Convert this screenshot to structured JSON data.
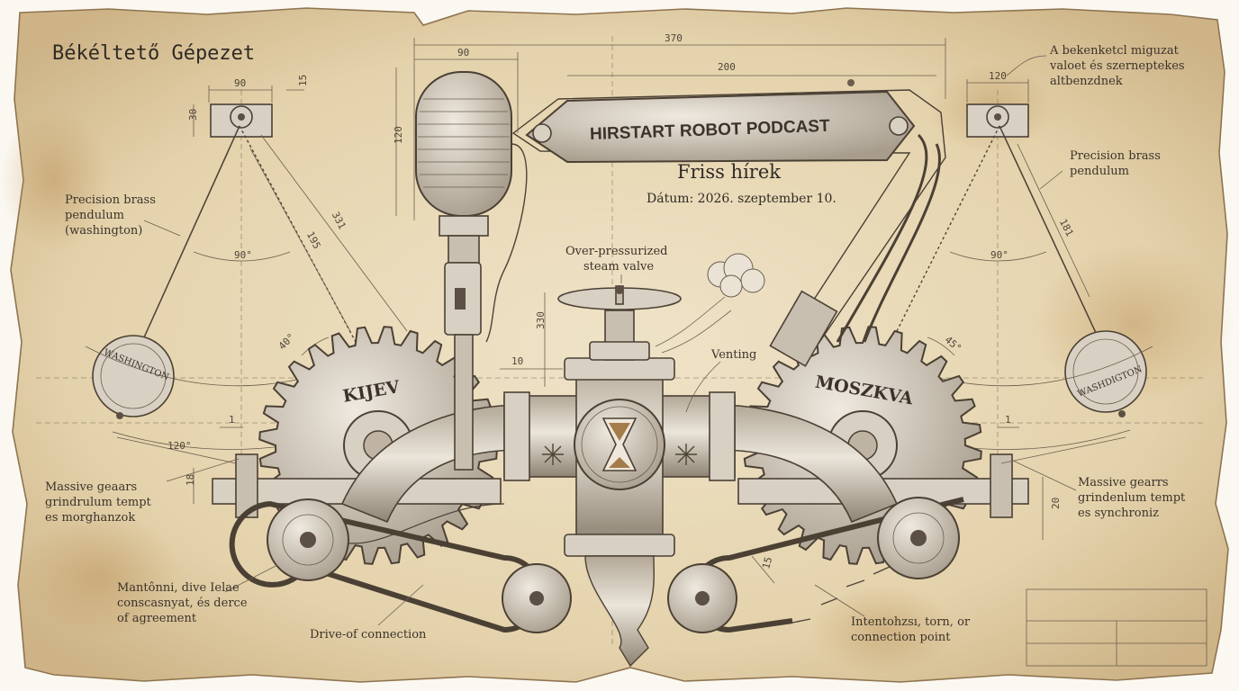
{
  "diagram": {
    "title": "Békéltető Gépezet",
    "plate_text": "HIRSTART ROBOT PODCAST",
    "news_heading": "Friss hírek",
    "date_text": "Dátum: 2026. szeptember 10.",
    "gears": {
      "left": "KIJEV",
      "right": "MOSZKVA"
    },
    "pendulum_bobs": {
      "left": "WASHINGTON",
      "right": "WASHDIGTON"
    },
    "labels": {
      "pendulum_left": [
        "Precision brass",
        "pendulum",
        "(washington)"
      ],
      "pendulum_right": [
        "Precision brass",
        "pendulum"
      ],
      "note_top_right": [
        "A bekenketcl miguzat",
        "valoet és szerneptekes",
        "altbenzdnek"
      ],
      "valve": [
        "Over-pressurized",
        "steam valve"
      ],
      "venting": "Venting",
      "gears_left": [
        "Massive geaars",
        "grindrulum tempt",
        "es morghanzok"
      ],
      "gears_right": [
        "Massive gearrs",
        "grindenlum tempt",
        "es synchroniz"
      ],
      "bottom_left": [
        "Mantônni, dive Ielae",
        "conscasnyat, és derce",
        "of agreement"
      ],
      "drive": "Drive-of connection",
      "bottom_right": [
        "Intentohzsı, torn, or",
        "connection point"
      ]
    },
    "dimensions": {
      "d370": "370",
      "d200": "200",
      "d90_top": "90",
      "d120_mic": "120",
      "d90_left": "90",
      "d15": "15",
      "d30": "30",
      "d331": "331",
      "d195": "195",
      "a90_left": "90°",
      "a40": "40°",
      "a120": "120°",
      "d1_left": "1",
      "d18": "18",
      "d330": "330",
      "d10": "10",
      "d15_belt": "15",
      "d120_right": "120",
      "d181": "181",
      "a90_right": "90°",
      "a45": "45°",
      "d1_right": "1",
      "d20": "20"
    }
  }
}
